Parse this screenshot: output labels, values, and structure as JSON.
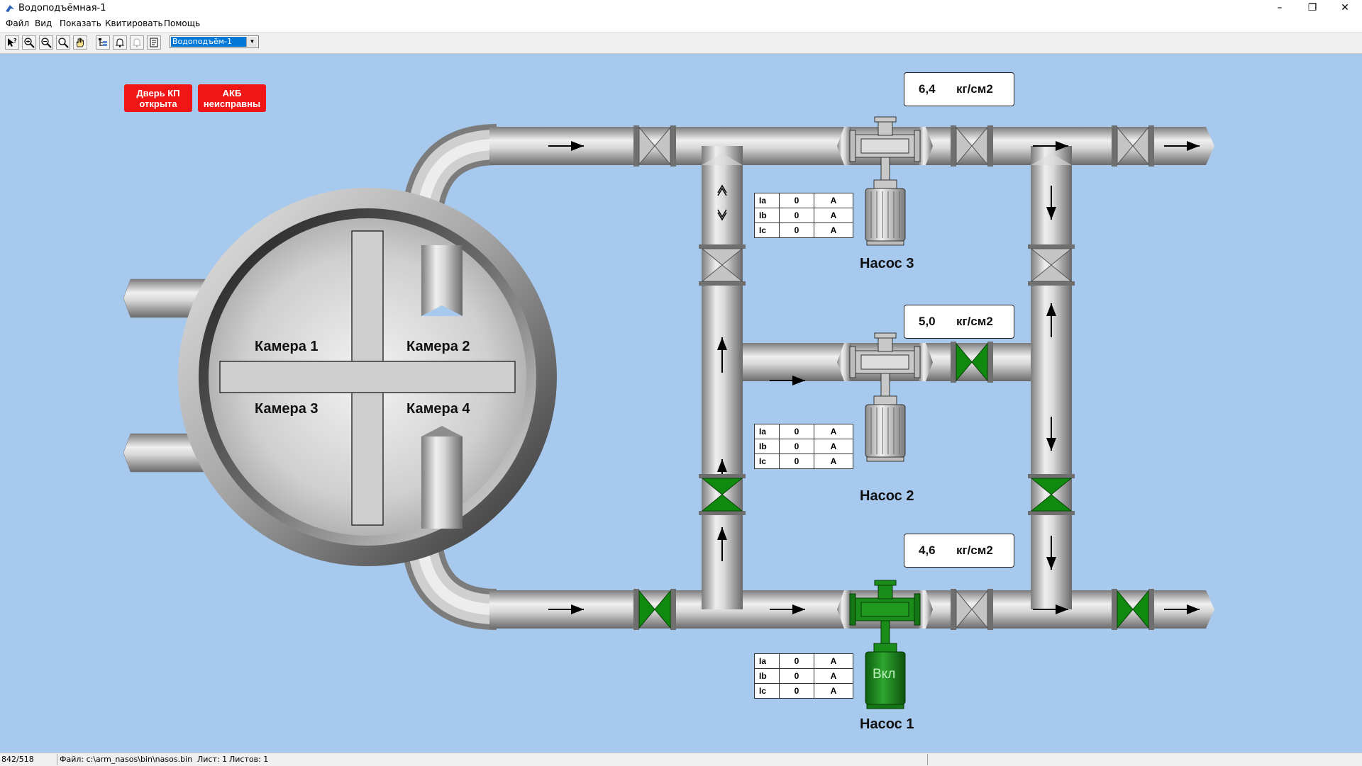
{
  "window": {
    "title": "Водоподъёмная-1",
    "controls": [
      "–",
      "❐",
      "✕"
    ]
  },
  "menu": [
    "Файл",
    "Вид",
    "Показать",
    "Квитировать",
    "Помощь"
  ],
  "toolbar": {
    "buttons": [
      "help-pointer-icon",
      "zoom-in-icon",
      "zoom-out-icon",
      "zoom-fit-icon",
      "hand-pan-icon",
      "tree-view-icon",
      "bell-icon",
      "bell-disabled-icon",
      "report-icon"
    ],
    "selector_value": "Водоподъём-1"
  },
  "alarms": [
    {
      "line1": "Дверь КП",
      "line2": "открыта"
    },
    {
      "line1": "АКБ",
      "line2": "неисправны"
    }
  ],
  "tank": {
    "chambers": [
      "Камера 1",
      "Камера 2",
      "Камера 3",
      "Камера 4"
    ]
  },
  "pumps": [
    {
      "label": "Насос 3",
      "state": "off",
      "pressure": {
        "value": "6,4",
        "unit": "кг/см2"
      },
      "currents": [
        [
          "Ia",
          "0",
          "A"
        ],
        [
          "Ib",
          "0",
          "A"
        ],
        [
          "Ic",
          "0",
          "A"
        ]
      ]
    },
    {
      "label": "Насос 2",
      "state": "off",
      "pressure": {
        "value": "5,0",
        "unit": "кг/см2"
      },
      "currents": [
        [
          "Ia",
          "0",
          "A"
        ],
        [
          "Ib",
          "0",
          "A"
        ],
        [
          "Ic",
          "0",
          "A"
        ]
      ]
    },
    {
      "label": "Насос 1",
      "state": "on",
      "state_label": "Вкл",
      "pressure": {
        "value": "4,6",
        "unit": "кг/см2"
      },
      "currents": [
        [
          "Ia",
          "0",
          "A"
        ],
        [
          "Ib",
          "0",
          "A"
        ],
        [
          "Ic",
          "0",
          "A"
        ]
      ]
    }
  ],
  "colors": {
    "background": "#a7c9ee",
    "valve_open": "#0f8a0f",
    "valve_closed": "#c0c0c0",
    "alarm": "#f01616",
    "pump_on": "#1a8c1a"
  },
  "status": {
    "coords": "842/518",
    "file": "Файл: c:\\arm_nasos\\bin\\nasos.bin",
    "sheet": "Лист: 1",
    "sheets": "Листов: 1"
  }
}
